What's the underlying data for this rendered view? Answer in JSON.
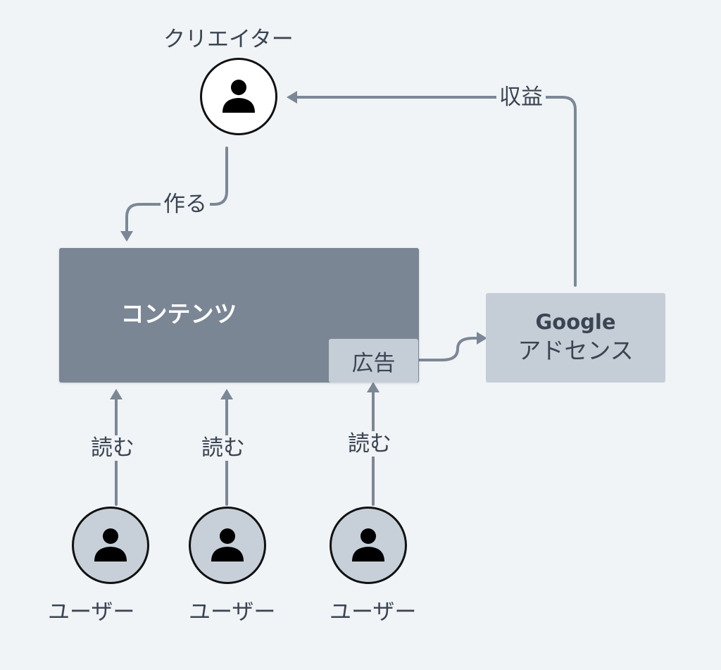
{
  "nodes": {
    "creator": {
      "label": "クリエイター",
      "icon": "person-icon"
    },
    "content": {
      "label": "コンテンツ"
    },
    "ad": {
      "label": "広告"
    },
    "adsense": {
      "line1": "Google",
      "line2": "アドセンス"
    },
    "users": [
      {
        "label": "ユーザー",
        "icon": "person-icon"
      },
      {
        "label": "ユーザー",
        "icon": "person-icon"
      },
      {
        "label": "ユーザー",
        "icon": "person-icon"
      }
    ]
  },
  "edges": {
    "create": "作る",
    "revenue": "収益",
    "read": [
      "読む",
      "読む",
      "読む"
    ]
  },
  "colors": {
    "background": "#f0f4f7",
    "content_box": "#7b8694",
    "light_box": "#c5ced7",
    "arrow": "#7c8796",
    "user_avatar": "#c7d0d9",
    "text": "#3b4452"
  }
}
